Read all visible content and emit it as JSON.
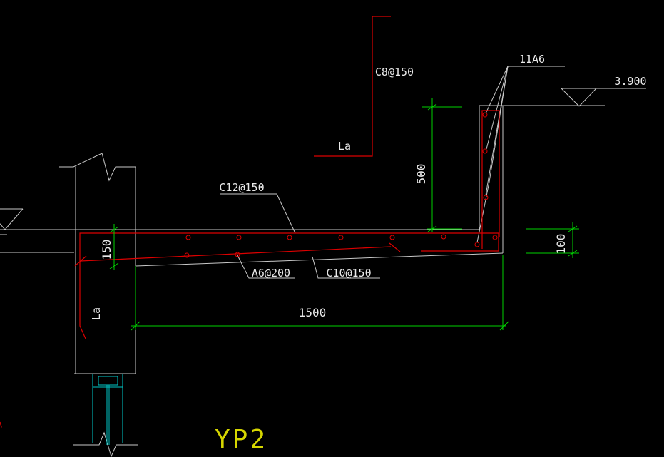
{
  "drawing": {
    "name": "YP2",
    "elevation": "3.900",
    "rebar_labels": {
      "upturn_bar_detail": "C8@150",
      "detail_anchorage": "La",
      "top_bar": "C12@150",
      "distribution_bars": "11A6",
      "bottom_distribution": "A6@200",
      "bottom_bar": "C10@150",
      "wall_anchorage": "La"
    },
    "dimensions": {
      "upturn_height": "500",
      "root_thickness": "150",
      "tip_thickness": "100",
      "cantilever_length": "1500"
    },
    "colors": {
      "background": "#000000",
      "outline": "#c8c8c8",
      "rebar": "#dd0000",
      "dimension": "#00d200",
      "text": "#e9e9e9",
      "window": "#00c8c8",
      "title": "#d6d600"
    }
  }
}
